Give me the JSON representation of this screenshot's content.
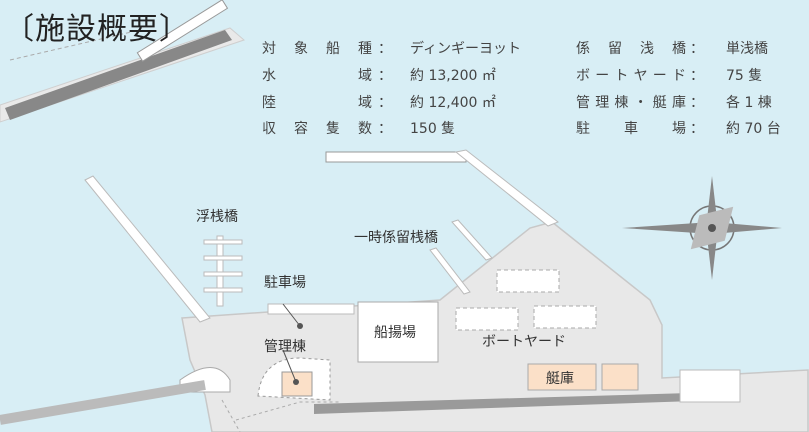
{
  "title": "〔施設概要〕",
  "facility_specs": [
    {
      "key": "対象船種",
      "value": "ディンギーヨット"
    },
    {
      "key": "水域",
      "value": "約 13,200 ㎡"
    },
    {
      "key": "陸域",
      "value": "約 12,400 ㎡"
    },
    {
      "key": "収容隻数",
      "value": "150 隻"
    },
    {
      "key": "係留浅橋",
      "value": "単浅橋"
    },
    {
      "key": "ボートヤード",
      "value": "75 隻"
    },
    {
      "key": "管理棟・艇庫",
      "value": "各 1 棟"
    },
    {
      "key": "駐車場",
      "value": "約 70 台"
    }
  ],
  "separator": "：",
  "map_labels": {
    "floating_pier": "浮桟橋",
    "temporary_mooring_pier": "一時係留桟橋",
    "parking": "駐車場",
    "slipway": "船揚場",
    "boat_yard": "ボートヤード",
    "management_building": "管理棟",
    "boathouse": "艇庫"
  },
  "colors": {
    "water": "#d8eef5",
    "land": "#e8e8e8",
    "building": "#fbe0c8",
    "road": "#9a9a9a"
  },
  "icons": [
    "compass-rose-icon",
    "anchor-icon"
  ]
}
